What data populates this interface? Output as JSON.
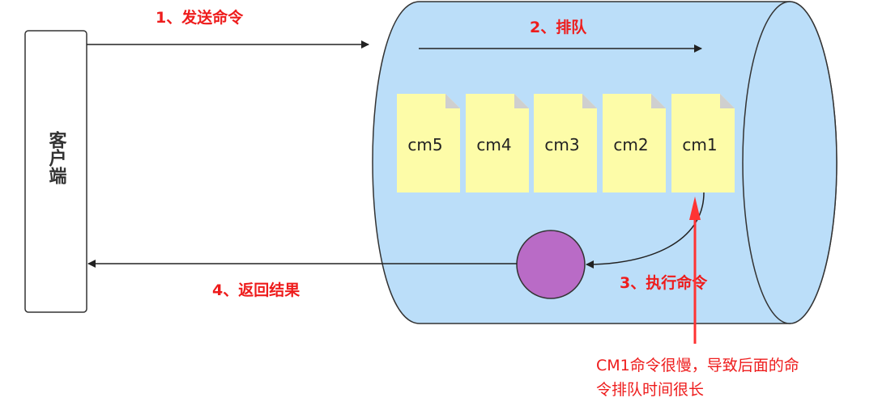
{
  "client": {
    "label": "客户端"
  },
  "steps": {
    "send": "1、发送命令",
    "queue": "2、排队",
    "execute": "3、执行命令",
    "return": "4、返回结果"
  },
  "commands": [
    "cm5",
    "cm4",
    "cm3",
    "cm2",
    "cm1"
  ],
  "note": {
    "line1": "CM1命令很慢，导致后面的命",
    "line2": "令排队时间很长"
  },
  "colors": {
    "cylinder": "#bbdef9",
    "doc": "#fdfca8",
    "executor": "#b96bc6",
    "annotation": "#ee1c1c"
  }
}
